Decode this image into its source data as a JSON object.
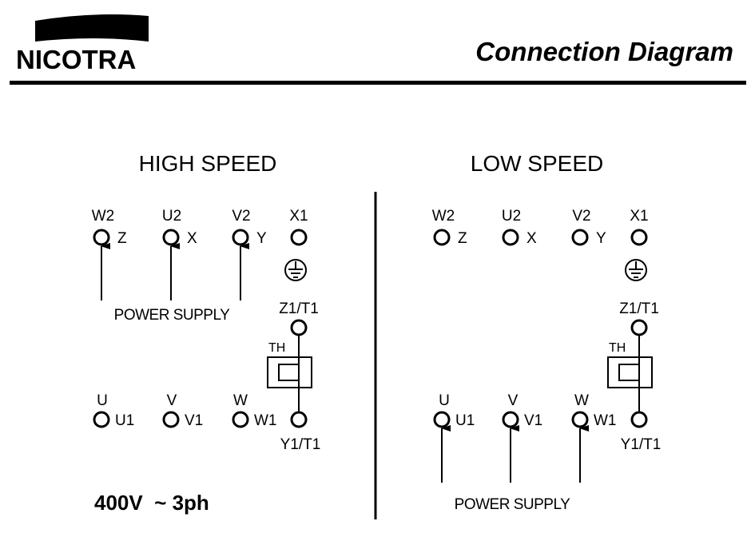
{
  "header": {
    "brand": "NICOTRA",
    "title": "Connection Diagram"
  },
  "high_speed": {
    "title": "HIGH SPEED",
    "top_terminals": [
      {
        "label": "W2",
        "side": "Z"
      },
      {
        "label": "U2",
        "side": "X"
      },
      {
        "label": "V2",
        "side": "Y"
      },
      {
        "label": "X1",
        "side": ""
      }
    ],
    "bottom_terminals": [
      {
        "label": "U",
        "side": "U1"
      },
      {
        "label": "V",
        "side": "V1"
      },
      {
        "label": "W",
        "side": "W1"
      }
    ],
    "power_supply": "POWER SUPPLY",
    "thermal": {
      "top": "Z1/T1",
      "label": "TH",
      "bottom": "Y1/T1"
    },
    "voltage": "400V  ~ 3ph"
  },
  "low_speed": {
    "title": "LOW SPEED",
    "top_terminals": [
      {
        "label": "W2",
        "side": "Z"
      },
      {
        "label": "U2",
        "side": "X"
      },
      {
        "label": "V2",
        "side": "Y"
      },
      {
        "label": "X1",
        "side": ""
      }
    ],
    "bottom_terminals": [
      {
        "label": "U",
        "side": "U1"
      },
      {
        "label": "V",
        "side": "V1"
      },
      {
        "label": "W",
        "side": "W1"
      }
    ],
    "power_supply": "POWER SUPPLY",
    "thermal": {
      "top": "Z1/T1",
      "label": "TH",
      "bottom": "Y1/T1"
    }
  }
}
